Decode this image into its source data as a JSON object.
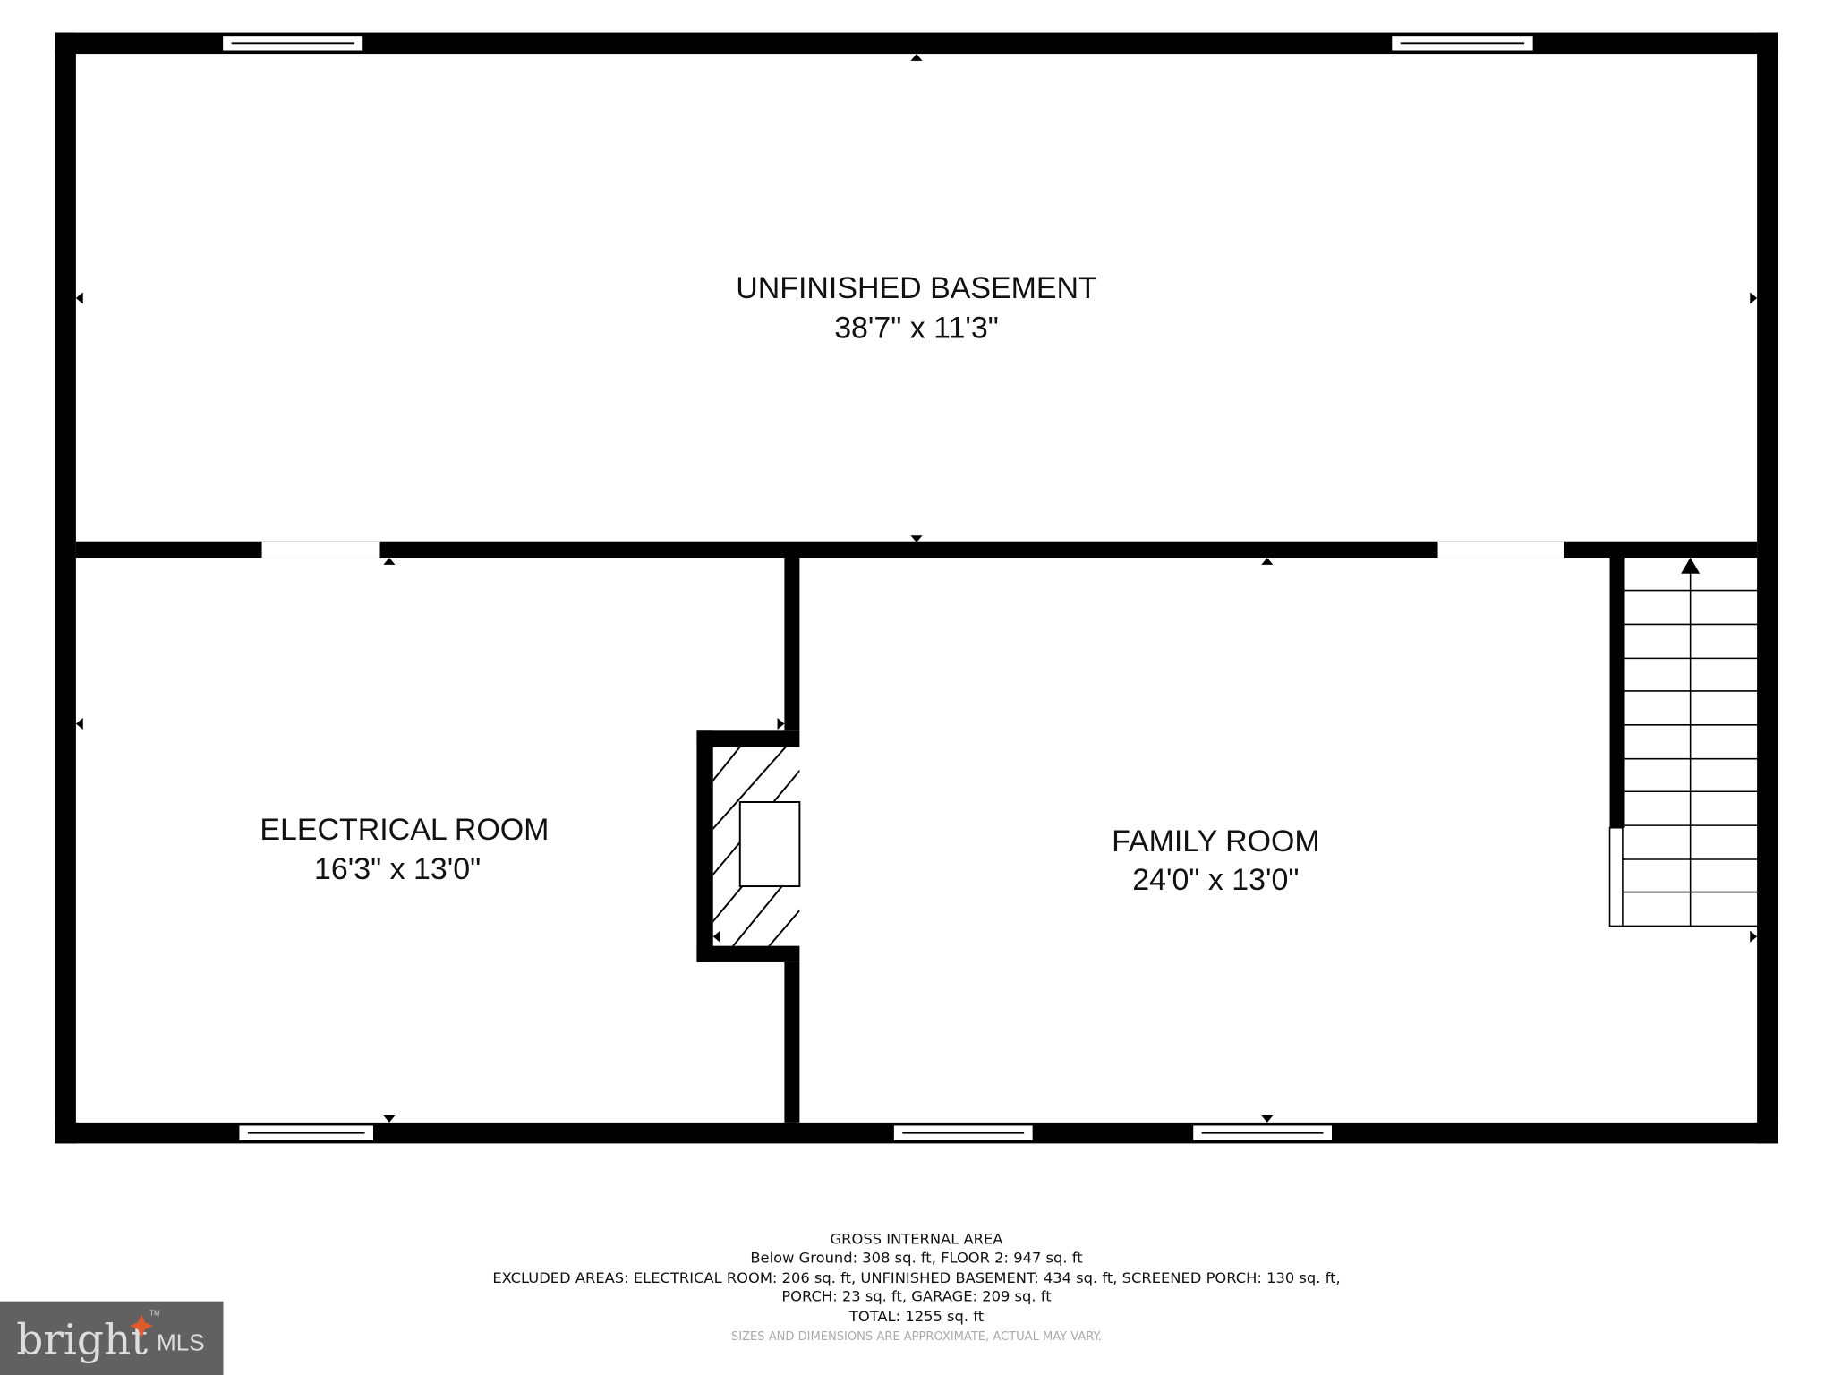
{
  "rooms": [
    {
      "name": "UNFINISHED BASEMENT",
      "dims": "38'7\" x 11'3\""
    },
    {
      "name": "ELECTRICAL ROOM",
      "dims": "16'3\" x 13'0\""
    },
    {
      "name": "FAMILY ROOM",
      "dims": "24'0\" x 13'0\""
    }
  ],
  "footer": {
    "title": "GROSS INTERNAL AREA",
    "line1": "Below Ground: 308 sq. ft, FLOOR 2: 947 sq. ft",
    "line2": "EXCLUDED AREAS: ELECTRICAL ROOM: 206 sq. ft, UNFINISHED BASEMENT: 434 sq. ft, SCREENED PORCH: 130 sq. ft,",
    "line3": "PORCH: 23 sq. ft, GARAGE: 209 sq. ft",
    "total": "TOTAL: 1255 sq. ft",
    "note": "SIZES AND DIMENSIONS ARE APPROXIMATE, ACTUAL MAY VARY."
  },
  "logo": {
    "word": "bright",
    "suffix": "MLS",
    "tm": "TM",
    "accent": "#e05a2b"
  }
}
